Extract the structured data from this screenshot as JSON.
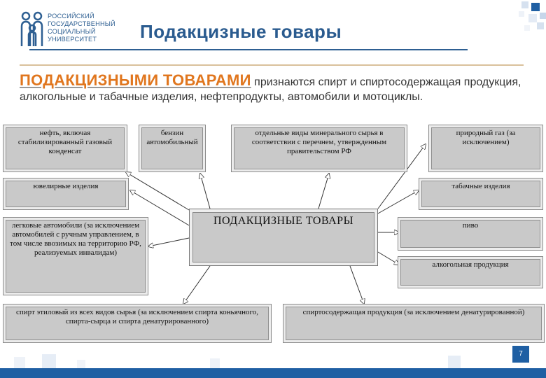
{
  "header": {
    "logo_lines": [
      "РОССИЙСКИЙ",
      "ГОСУДАРСТВЕННЫЙ",
      "СОЦИАЛЬНЫЙ",
      "УНИВЕРСИТЕТ"
    ],
    "title": "Подакцизные товары"
  },
  "intro": {
    "lead": "Подакцизными товарами",
    "rest": " признаются спирт и спиртосодержащая продукция, алкогольные и табачные изделия, нефтепродукты, автомобили и мотоциклы."
  },
  "diagram": {
    "center": "ПОДАКЦИЗНЫЕ ТОВАРЫ",
    "boxes": {
      "oil_condensate": "нефть, включая стабилизированный газовый конденсат",
      "gasoline": "бензин автомобильный",
      "minerals": "отдельные виды минерального сырья в соответствии с перечнем, утвержденным правительством РФ",
      "natural_gas": "природный газ (за исключением)",
      "jewelry": "ювелирные изделия",
      "tobacco": "табачные изделия",
      "cars": "легковые автомобили (за исключением автомобилей с ручным управлением, в том числе ввозимых на территорию РФ, реализуемых инвалидам)",
      "beer": "пиво",
      "alcohol": "алкогольная продукция",
      "ethyl": "спирт этиловый из всех видов сырья (за исключением спирта коньячного, спирта-сырца и спирта денатурированного)",
      "alcohol_containing": "спиртосодержащая продукция (за исключением денатурированной)"
    }
  },
  "footer": {
    "page_number": "7"
  },
  "colors": {
    "accent_blue": "#1f5fa3",
    "lead_orange": "#e0761e",
    "box_gray": "#c9c9c9"
  }
}
